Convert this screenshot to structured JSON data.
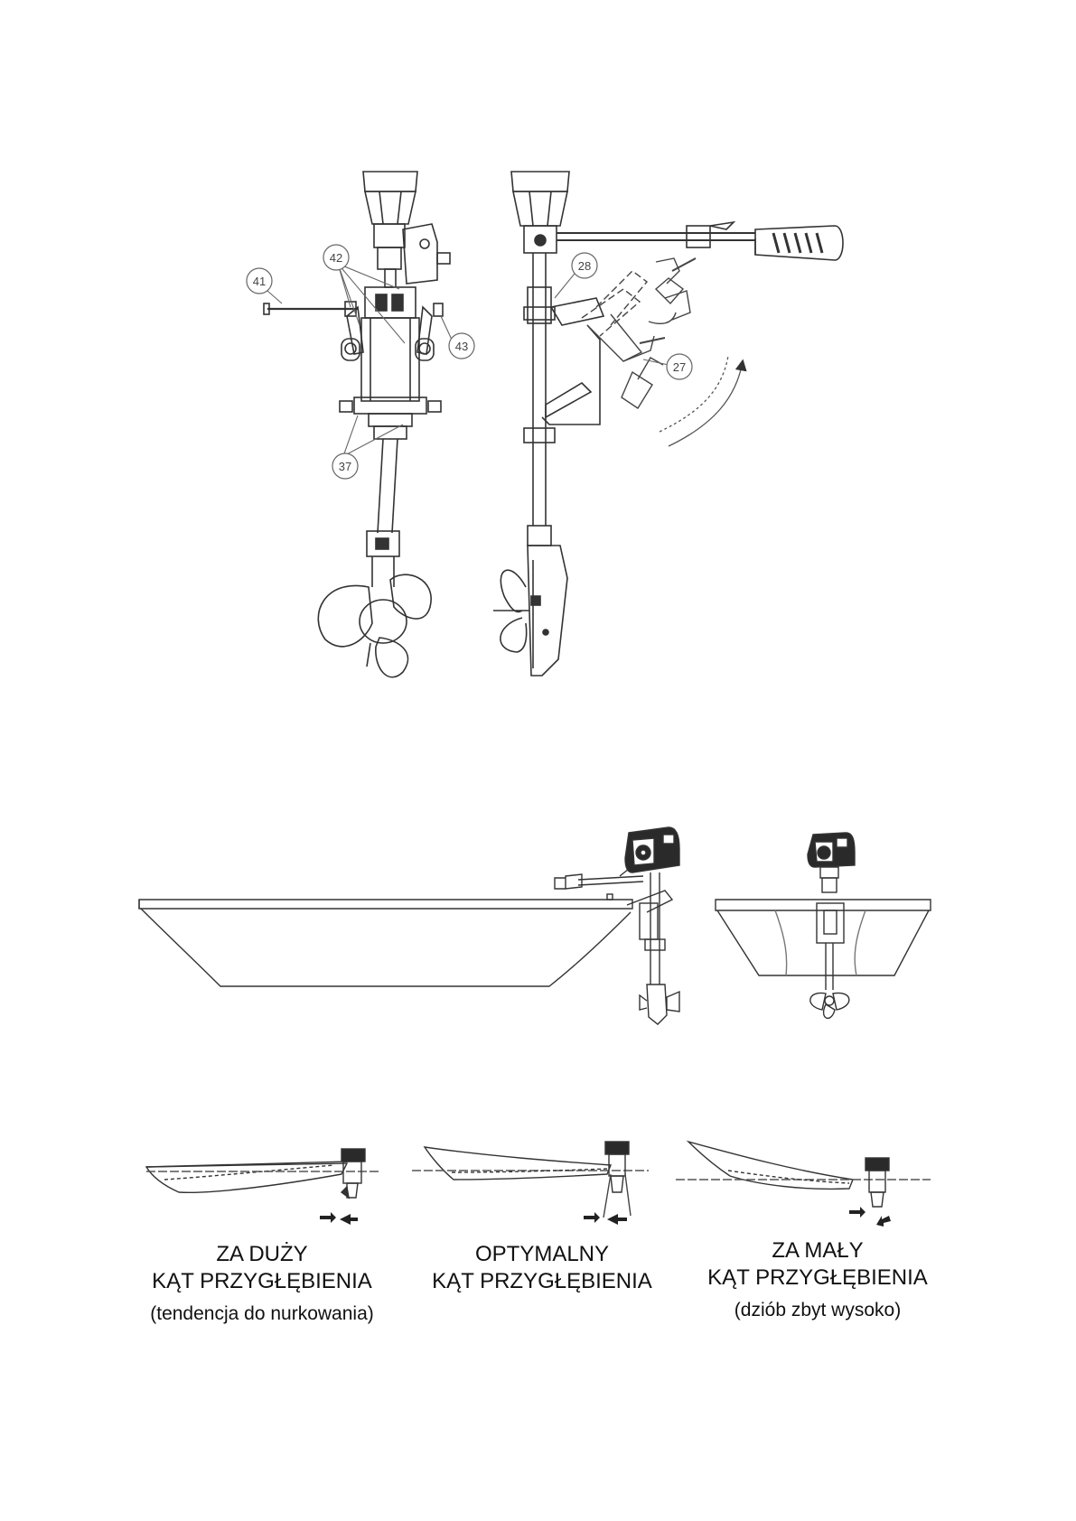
{
  "callouts": [
    {
      "id": "41",
      "label": "41"
    },
    {
      "id": "42",
      "label": "42"
    },
    {
      "id": "43",
      "label": "43"
    },
    {
      "id": "37",
      "label": "37"
    },
    {
      "id": "28",
      "label": "28"
    },
    {
      "id": "27",
      "label": "27"
    }
  ],
  "captions": [
    {
      "line1": "ZA DUŻY",
      "line2": "KĄT PRZYGŁĘBIENIA",
      "line3": "(tendencja do nurkowania)"
    },
    {
      "line1": "OPTYMALNY",
      "line2": "KĄT PRZYGŁĘBIENIA",
      "line3": ""
    },
    {
      "line1": "ZA MAŁY",
      "line2": "KĄT PRZYGŁĘBIENIA",
      "line3": "(dziób zbyt wysoko)"
    }
  ],
  "colors": {
    "line": "#333333",
    "light": "#777777",
    "fill_dark": "#2a2a2a",
    "water": "#555555"
  }
}
